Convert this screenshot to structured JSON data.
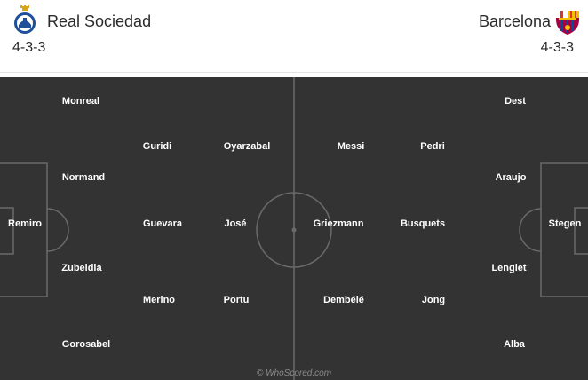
{
  "home": {
    "name": "Real Sociedad",
    "formation": "4-3-3",
    "crest": "real-sociedad-crest-icon",
    "players": [
      "Remiro",
      "Monreal",
      "Normand",
      "Zubeldia",
      "Gorosabel",
      "Guridi",
      "Guevara",
      "Merino",
      "Oyarzabal",
      "José",
      "Portu"
    ]
  },
  "away": {
    "name": "Barcelona",
    "formation": "4-3-3",
    "crest": "barcelona-crest-icon",
    "players": [
      "Stegen",
      "Dest",
      "Araujo",
      "Lenglet",
      "Alba",
      "Pedri",
      "Busquets",
      "Jong",
      "Messi",
      "Griezmann",
      "Dembélé"
    ]
  },
  "watermark": "© WhoScored.com",
  "colors": {
    "pitch": "#333333",
    "lines": "#6a6a6a",
    "text": "#ffffff"
  }
}
